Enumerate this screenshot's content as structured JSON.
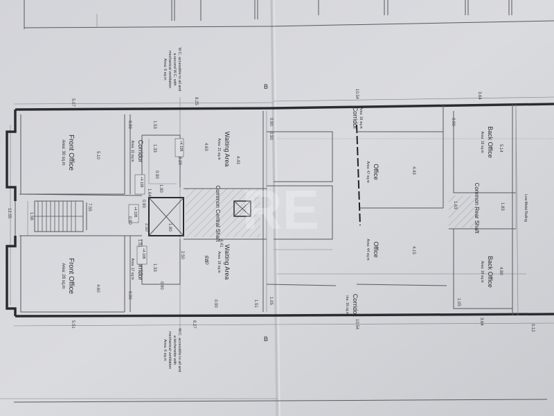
{
  "rooms": {
    "front_office_top": {
      "name": "Front Office",
      "area": "Area: 30 sq.m"
    },
    "front_office_bottom": {
      "name": "Front Office",
      "area": "Area: 28 sq.m"
    },
    "corridor_top_left": {
      "name": "Corridor",
      "area": "Area: 11 sq.m"
    },
    "corridor_bottom_left": {
      "name": "Corridor",
      "area": "Area: 17 sq.m"
    },
    "waiting_top": {
      "name": "Waiting Area",
      "area": "Area: 21 sq.m"
    },
    "waiting_bottom": {
      "name": "Waiting Area",
      "area": "Area: 19 sq.m"
    },
    "central_shaft": {
      "name": "Common Central Shaft"
    },
    "corridor_top_right": {
      "name": "Corridor",
      "area": "Area: 16 sq.m"
    },
    "corridor_bottom_right": {
      "name": "Corridor",
      "area": "rea: 16 sq.m"
    },
    "office_top": {
      "name": "Office",
      "area": "Area: 47 sq.m"
    },
    "office_bottom": {
      "name": "Office",
      "area": "Area: 44 sq.m"
    },
    "back_office_top": {
      "name": "Back Office",
      "area": "Area: 19 sq.m"
    },
    "back_office_bottom": {
      "name": "Back Office",
      "area": "Area: 18 sq.m"
    },
    "rear_shaft": {
      "name": "Common Rear Shaft"
    }
  },
  "notes": {
    "wc_top": [
      "W.C. accessible to all and",
      "a second W.C. with",
      "mechanical ventilation",
      "Area: 6 sq.m"
    ],
    "wc_bottom": [
      "W.C. accessible to all and",
      "a kitchenette with",
      "mechanical ventilation",
      "Area: 6 sq.m"
    ],
    "railing": "Low Metal Railing"
  },
  "levels": [
    "+4.195",
    "+4.195",
    "+4.195",
    "+4.195"
  ],
  "section_marks": [
    "B",
    "B"
  ],
  "watermark": "RE",
  "dimensions": {
    "top_run": [
      "5.07",
      "8.25",
      "10.54",
      "3.64"
    ],
    "bottom_run": [
      "5.51",
      "8.27",
      "10.54",
      "3.64",
      "0.12"
    ],
    "left": [
      "12.55",
      "7.55",
      "1.56"
    ],
    "misc": [
      "0.90",
      "1.53",
      "4.63",
      "4.43",
      "0.90",
      "5.10",
      "4.60",
      "2.20",
      "1.33",
      "1.33",
      "0.90",
      "1.80",
      "2.50",
      "2.50",
      "1.80",
      "2.60",
      "4.41",
      "3.11",
      "0.90",
      "1.51",
      "1.05",
      "0.90",
      "4.43",
      "4.15",
      "5.14",
      "1.83",
      "4.80",
      "1.05",
      "0.90",
      "0.90",
      "0.90",
      "1.64",
      "1.51",
      "0.90",
      "0.90",
      "1.63"
    ]
  }
}
